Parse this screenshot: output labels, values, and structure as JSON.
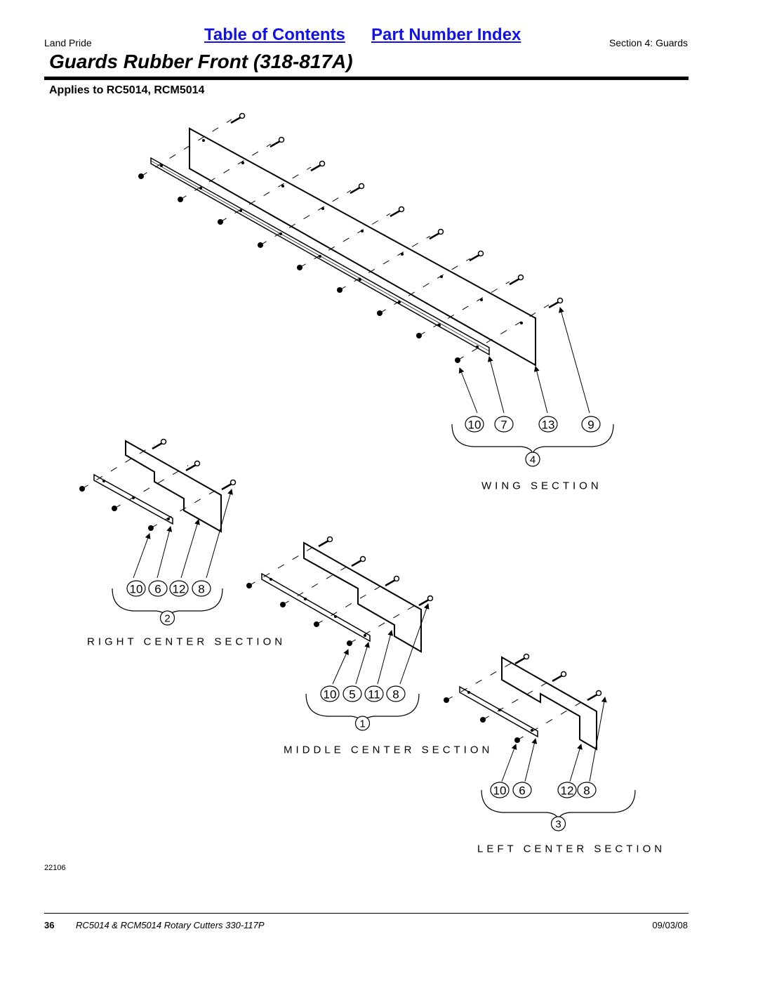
{
  "header": {
    "brand": "Land Pride",
    "links": {
      "toc": "Table of Contents",
      "part_index": "Part Number Index"
    },
    "section": "Section 4: Guards",
    "title": "Guards Rubber Front (318-817A)",
    "applies": "Applies to RC5014, RCM5014"
  },
  "diagram": {
    "wing": {
      "callouts": [
        "10",
        "7",
        "13",
        "9"
      ],
      "assembly": "4",
      "label": "WING SECTION"
    },
    "right_center": {
      "callouts": [
        "10",
        "6",
        "12",
        "8"
      ],
      "assembly": "2",
      "label": "RIGHT CENTER SECTION"
    },
    "middle_center": {
      "callouts": [
        "10",
        "5",
        "11",
        "8"
      ],
      "assembly": "1",
      "label": "MIDDLE CENTER SECTION"
    },
    "left_center": {
      "callouts": [
        "10",
        "6",
        "12",
        "8"
      ],
      "assembly": "3",
      "label": "LEFT CENTER SECTION"
    },
    "figure_number": "22106"
  },
  "footer": {
    "page": "36",
    "doc_title": "RC5014 & RCM5014 Rotary Cutters 330-117P",
    "date": "09/03/08"
  }
}
